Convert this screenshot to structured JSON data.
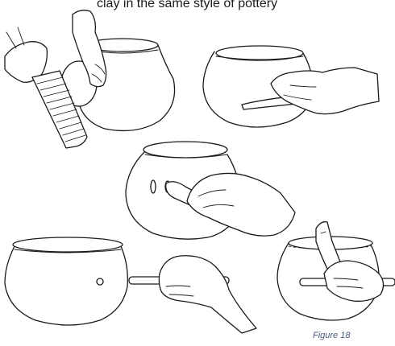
{
  "page": {
    "header_fragment": "clay in the same style of pottery",
    "figure_caption": "Figure 18"
  },
  "illustrations": [
    {
      "name": "paddle-and-anvil-step"
    },
    {
      "name": "smoothing-rib-step"
    },
    {
      "name": "incising-pot-step"
    },
    {
      "name": "burnishing-stick-step"
    },
    {
      "name": "interior-smoothing-step"
    }
  ]
}
